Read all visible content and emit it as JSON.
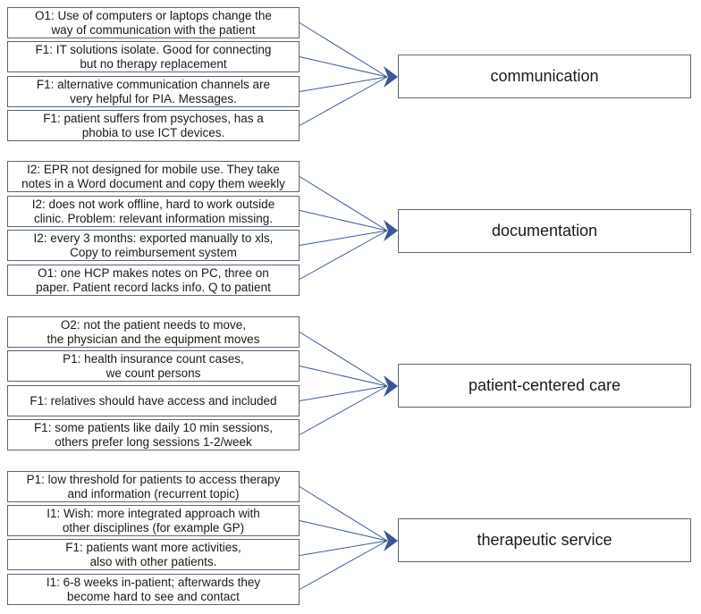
{
  "groups": [
    {
      "topic": "communication",
      "notes": [
        "O1: Use of computers or laptops change the\nway of communication with the patient",
        "F1: IT solutions isolate. Good for connecting\nbut  no therapy replacement",
        "F1: alternative communication channels are\nvery helpful for PIA. Messages.",
        "F1: patient suffers from psychoses, has a\nphobia to use ICT devices."
      ]
    },
    {
      "topic": "documentation",
      "notes": [
        "I2: EPR not designed for mobile use. They take\nnotes in a Word document and copy them weekly",
        "I2: does not work offline, hard to work outside\nclinic. Problem: relevant information missing.",
        "I2: every 3 months: exported manually to xls,\nCopy to reimbursement system",
        "O1: one HCP makes notes on PC, three on\npaper. Patient record lacks info. Q to patient"
      ]
    },
    {
      "topic": "patient-centered care",
      "notes": [
        "O2: not the patient needs to move,\nthe physician and the equipment moves",
        "P1: health insurance count cases,\nwe count persons",
        "F1: relatives should have access and included",
        "F1: some patients like daily 10 min sessions,\nothers prefer long sessions 1-2/week"
      ]
    },
    {
      "topic": "therapeutic service",
      "notes": [
        "P1: low threshold for patients to access therapy\nand information (recurrent topic)",
        "I1: Wish: more integrated approach with\nother disciplines (for example GP)",
        "F1: patients want more activities,\nalso with other patients.",
        "I1: 6-8 weeks in-patient; afterwards they\nbecome hard to see and contact"
      ]
    }
  ],
  "colors": {
    "line": "#3d5a94",
    "arrow": "#3b5693",
    "border": "#5b6470"
  }
}
